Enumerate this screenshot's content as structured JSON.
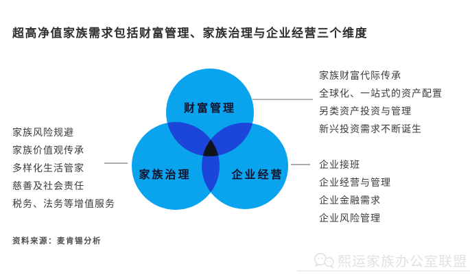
{
  "title": "超高净值家族需求包括财富管理、家族治理与企业经营三个维度",
  "venn": {
    "circles": [
      {
        "label": "财富管理"
      },
      {
        "label": "家族治理"
      },
      {
        "label": "企业经营"
      }
    ],
    "colors": {
      "circle": "#0aa3ee",
      "overlap": "#1c45d9",
      "core": "#10141f"
    }
  },
  "left_list": {
    "items": [
      "家族风险规避",
      "家族价值观传承",
      "多样化生活管家",
      "慈善及社会责任",
      "税务、法务等增值服务"
    ]
  },
  "right_top_list": {
    "items": [
      "家族财富代际传承",
      "全球化、一站式的资产配置",
      "另类资产投资与管理",
      "新兴投资需求不断诞生"
    ]
  },
  "right_bottom_list": {
    "items": [
      "企业接班",
      "企业经营与管理",
      "企业金融需求",
      "企业风险管理"
    ]
  },
  "source": {
    "text": "资料来源：麦肯锡分析"
  },
  "watermark": {
    "text": "熙运家族办公室联盟",
    "icon": "wechat-icon",
    "color": "#e2e2e2"
  }
}
